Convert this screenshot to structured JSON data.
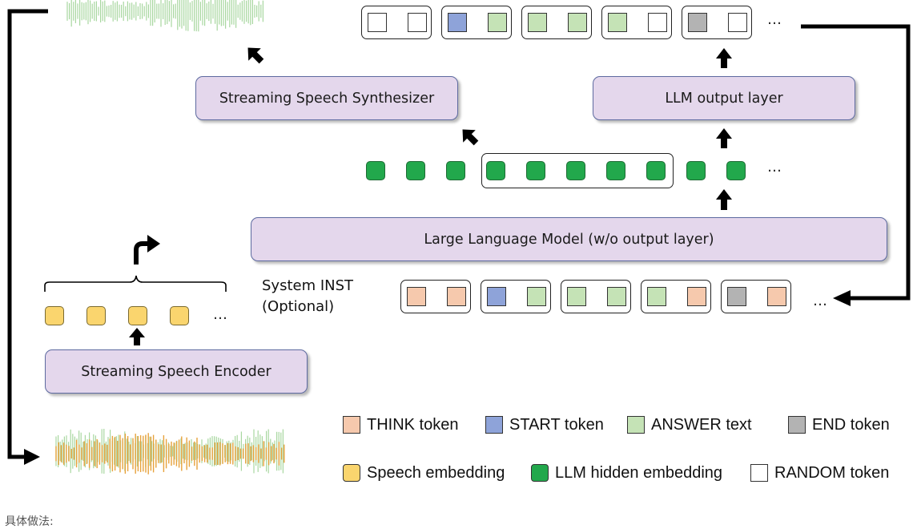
{
  "colors": {
    "think": "#f6c9ad",
    "start": "#8ea3d9",
    "answer": "#c5e3b6",
    "end": "#b3b3b3",
    "random": "#ffffff",
    "speech_embedding": "#fad56e",
    "llm_hidden": "#22a84c",
    "module_fill": "#e4d7ec",
    "waveform_speech": "#e7a23c",
    "waveform_generated": "#a8d7a0"
  },
  "modules": {
    "speech_synthesizer": "Streaming Speech Synthesizer",
    "llm_output_layer": "LLM output layer",
    "large_language_model": "Large Language Model (w/o output layer)",
    "speech_encoder": "Streaming Speech Encoder"
  },
  "labels": {
    "system_inst_line1": "System INST",
    "system_inst_line2": "(Optional)",
    "ellipsis": "…",
    "bottom_text": "具体做法:"
  },
  "output_token_groups": [
    [
      "random",
      "random"
    ],
    [
      "start",
      "answer"
    ],
    [
      "answer",
      "answer"
    ],
    [
      "answer",
      "random"
    ],
    [
      "end",
      "random"
    ]
  ],
  "input_token_groups": [
    [
      "think",
      "think"
    ],
    [
      "start",
      "answer"
    ],
    [
      "answer",
      "answer"
    ],
    [
      "answer",
      "think"
    ],
    [
      "end",
      "think"
    ]
  ],
  "hidden_embedding_count": 10,
  "speech_embedding_count": 4,
  "legend": [
    {
      "key": "think",
      "label": "THINK token"
    },
    {
      "key": "start",
      "label": "START token"
    },
    {
      "key": "answer",
      "label": "ANSWER text"
    },
    {
      "key": "end",
      "label": "END token"
    },
    {
      "key": "speech_embedding",
      "label": "Speech embedding"
    },
    {
      "key": "llm_hidden",
      "label": "LLM hidden embedding"
    },
    {
      "key": "random",
      "label": "RANDOM token"
    }
  ]
}
